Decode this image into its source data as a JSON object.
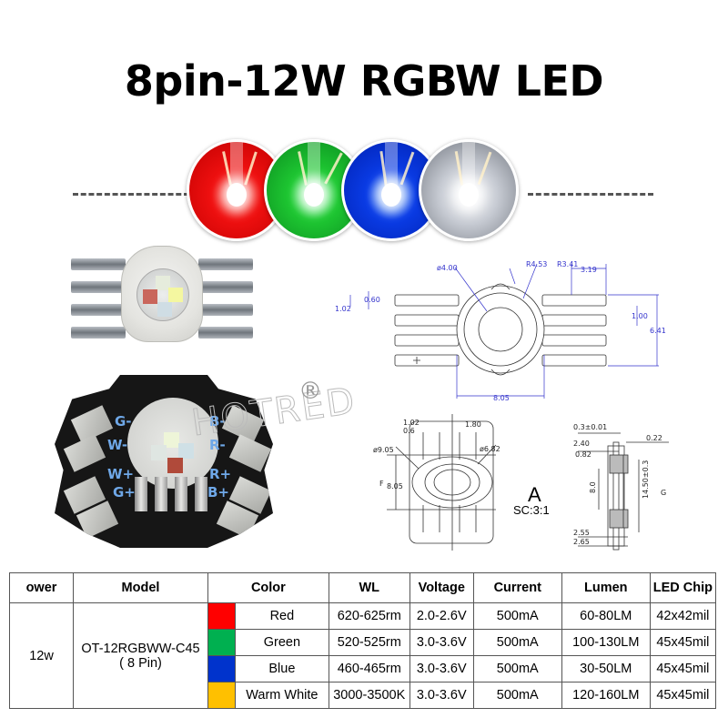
{
  "title": "8pin-12W  RGBW LED",
  "colors": {
    "red": "#ff0000",
    "green": "#00b050",
    "blue": "#0033cc",
    "warm_white": "#ffc000",
    "dim_line": "#3333cc"
  },
  "lit_samples": [
    {
      "name": "red",
      "color": "#f01010"
    },
    {
      "name": "green",
      "color": "#1ec832"
    },
    {
      "name": "blue",
      "color": "#0a3ce6"
    },
    {
      "name": "white",
      "color": "#c8ccd4"
    }
  ],
  "star_board_labels": {
    "left": [
      "G-",
      "W-",
      "W+",
      "G+"
    ],
    "right": [
      "B-",
      "R-",
      "R+",
      "B+"
    ]
  },
  "watermark": "HOTRED",
  "registered_mark": "®",
  "drawing_top": {
    "dims": [
      "ø4.00",
      "R4.53",
      "R3.41",
      "3.19",
      "0.60",
      "1.02",
      "1.00",
      "6.41",
      "8.05"
    ]
  },
  "drawing_bottom_left": {
    "dims": [
      "1.02",
      "0.6",
      "1.80",
      "ø9.05",
      "ø6.82",
      "F",
      "8.05"
    ]
  },
  "drawing_bottom_right": {
    "dims": [
      "0.3±0.01",
      "2.40",
      "0.22",
      "0.82",
      "8.0",
      "14.50±0.3",
      "G",
      "2.55",
      "2.65"
    ]
  },
  "scale": {
    "view": "A",
    "ratio": "SC:3:1"
  },
  "table": {
    "headers": [
      "ower",
      "Model",
      "Color",
      "WL",
      "Voltage",
      "Current",
      "Lumen",
      "LED Chip"
    ],
    "power": "12w",
    "model_line1": "OT-12RGBWW-C45",
    "model_line2": "( 8 Pin)",
    "rows": [
      {
        "swatch": "#ff0000",
        "color": "Red",
        "wl": "620-625rm",
        "voltage": "2.0-2.6V",
        "current": "500mA",
        "lumen": "60-80LM",
        "chip": "42x42mil"
      },
      {
        "swatch": "#00b050",
        "color": "Green",
        "wl": "520-525rm",
        "voltage": "3.0-3.6V",
        "current": "500mA",
        "lumen": "100-130LM",
        "chip": "45x45mil"
      },
      {
        "swatch": "#0033cc",
        "color": "Blue",
        "wl": "460-465rm",
        "voltage": "3.0-3.6V",
        "current": "500mA",
        "lumen": "30-50LM",
        "chip": "45x45mil"
      },
      {
        "swatch": "#ffc000",
        "color": "Warm White",
        "wl": "3000-3500K",
        "voltage": "3.0-3.6V",
        "current": "500mA",
        "lumen": "120-160LM",
        "chip": "45x45mil"
      }
    ]
  }
}
